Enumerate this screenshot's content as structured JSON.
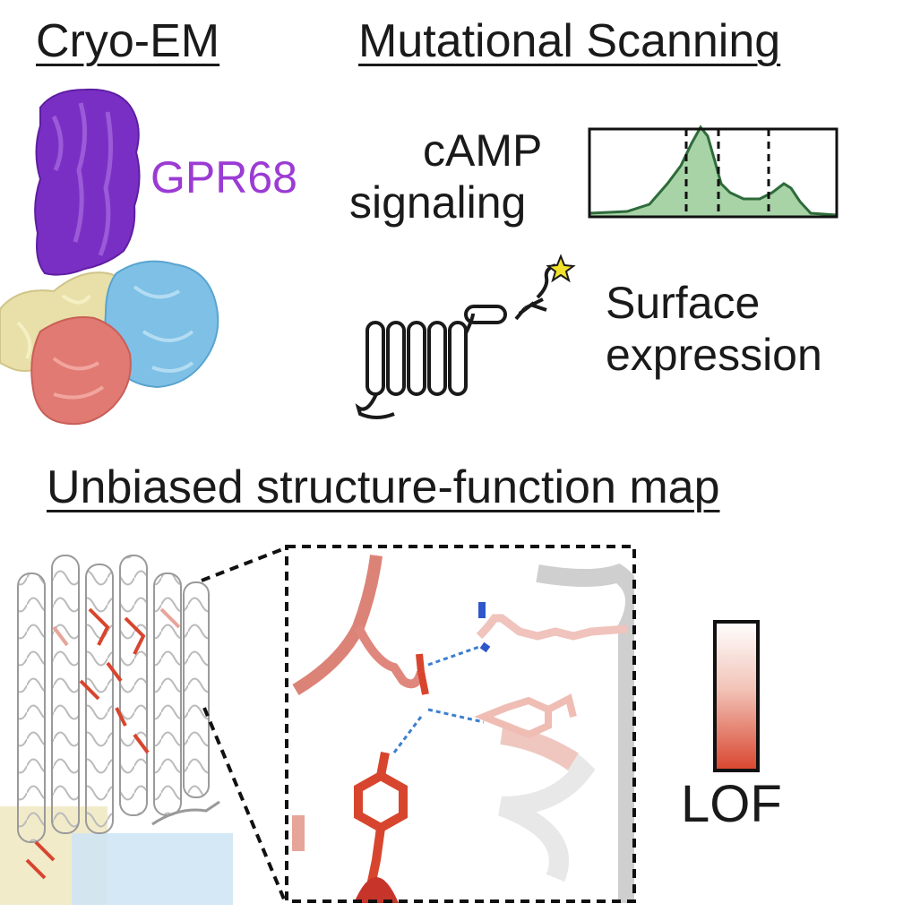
{
  "panels": {
    "cryo_em": {
      "heading": "Cryo-EM",
      "protein_label": "GPR68"
    },
    "scanning": {
      "heading": "Mutational Scanning",
      "assay1_line1": "cAMP",
      "assay1_line2": "signaling",
      "assay2_line1": "Surface",
      "assay2_line2": "expression"
    },
    "map": {
      "heading": "Unbiased structure-function map",
      "scale_label": "LOF"
    }
  },
  "colors": {
    "gpr68": "#7a2fc4",
    "label_purple": "#9b3bd4",
    "g_alpha": "#e8e0a8",
    "g_beta": "#7ec0e6",
    "g_gamma": "#e07a72",
    "histogram_fill": "#a7d3a6",
    "histogram_line": "#2e6b3a",
    "lof_high": "#d8452e",
    "lof_low": "#ffffff"
  }
}
